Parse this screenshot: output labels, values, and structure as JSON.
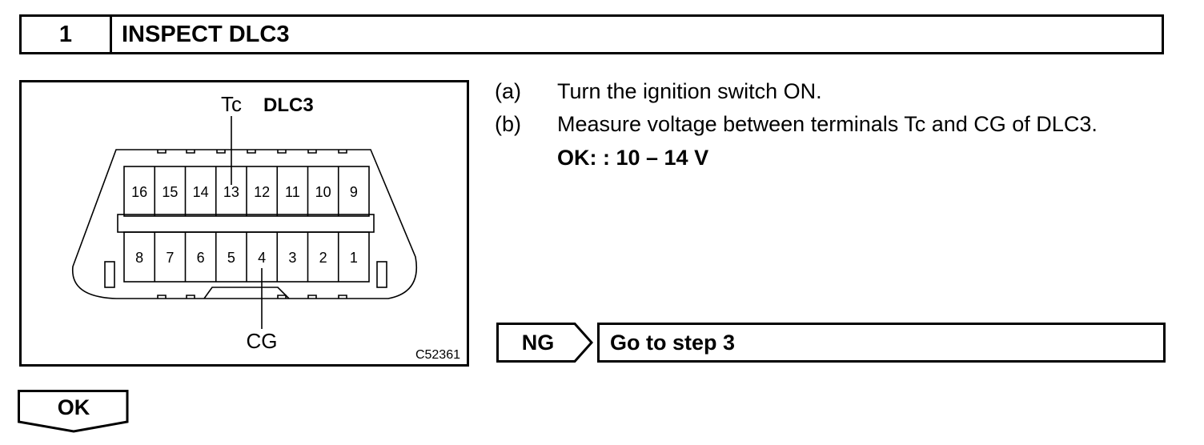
{
  "step": {
    "number": "1",
    "title": "INSPECT DLC3"
  },
  "figure": {
    "title": "DLC3",
    "tc_label": "Tc",
    "cg_label": "CG",
    "code": "C52361",
    "top_pins": [
      "16",
      "15",
      "14",
      "13",
      "12",
      "11",
      "10",
      "9"
    ],
    "bottom_pins": [
      "8",
      "7",
      "6",
      "5",
      "4",
      "3",
      "2",
      "1"
    ]
  },
  "instructions": [
    {
      "tag": "(a)",
      "text": "Turn the ignition switch ON."
    },
    {
      "tag": "(b)",
      "text": "Measure voltage between terminals Tc and CG of DLC3."
    }
  ],
  "spec": "OK: : 10 – 14 V",
  "ng": {
    "label": "NG",
    "goto": "Go to step 3"
  },
  "ok": {
    "label": "OK"
  }
}
